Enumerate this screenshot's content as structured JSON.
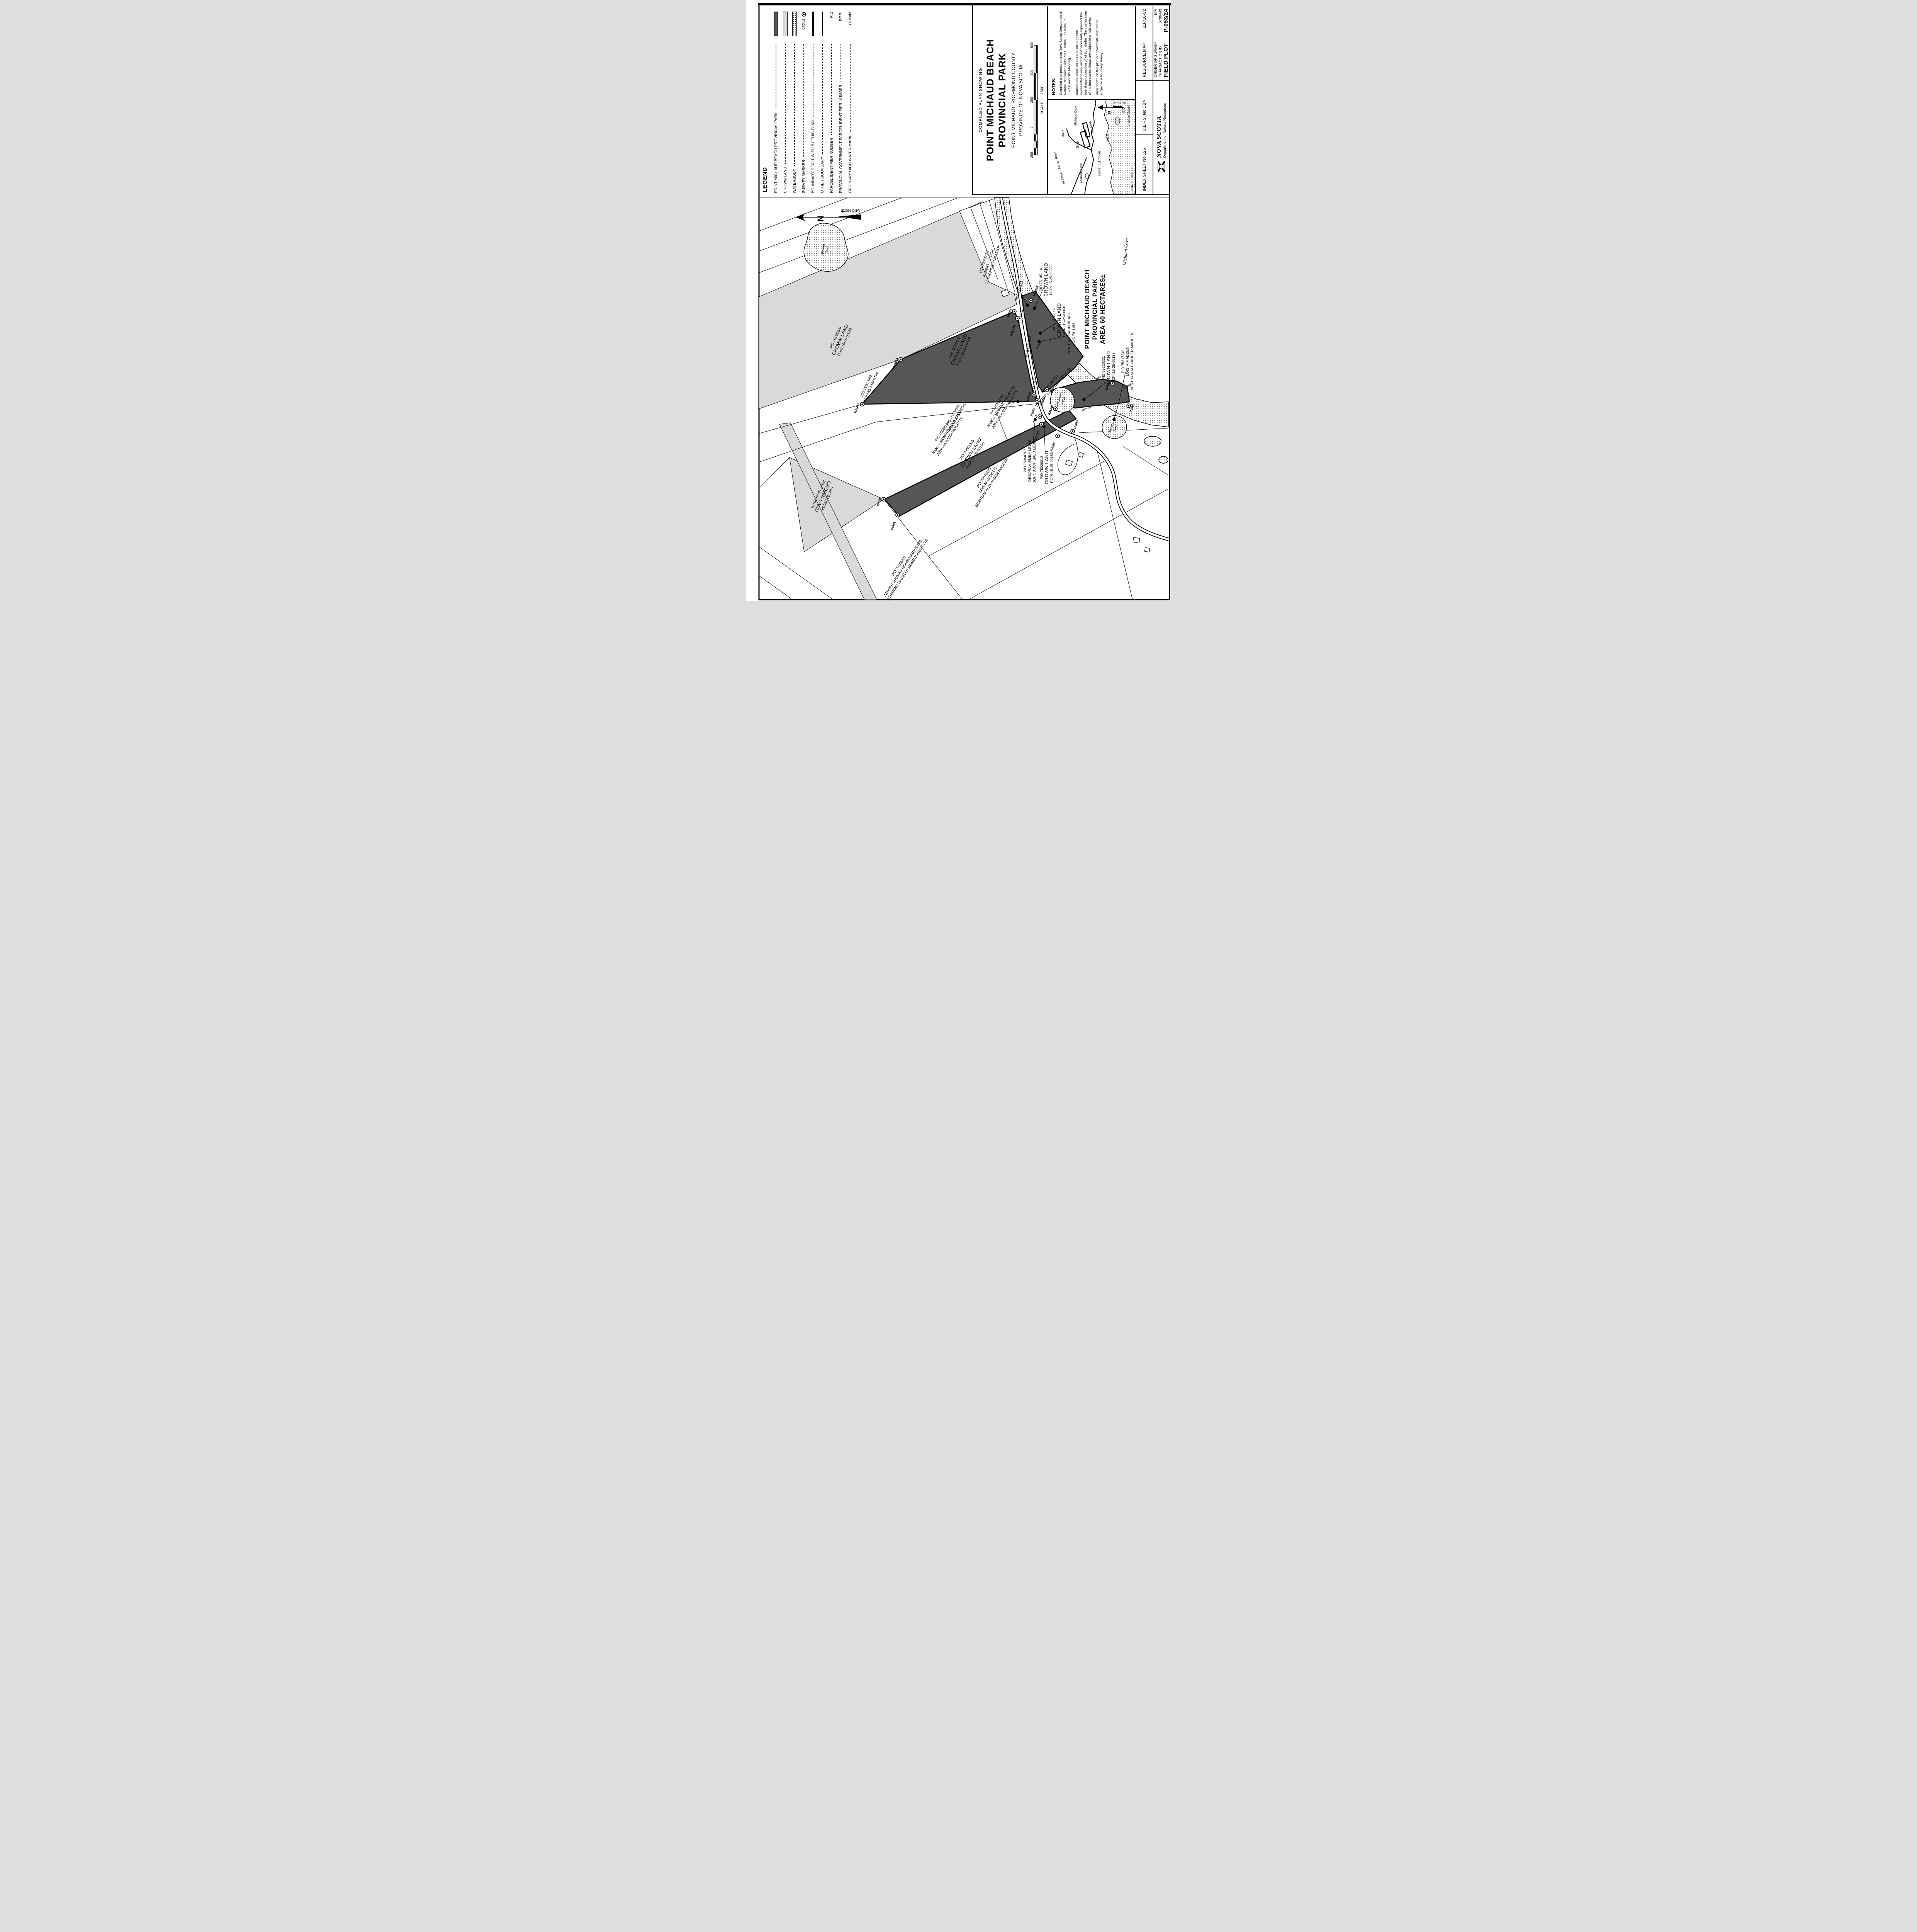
{
  "legend": {
    "heading": "LEGEND",
    "items": [
      {
        "label": "POINT MICHAUD BEACH PROVINCIAL PARK",
        "symbol": "park-swatch"
      },
      {
        "label": "CROWN LAND",
        "symbol": "crown-land-swatch"
      },
      {
        "label": "WATERBODY",
        "symbol": "waterbody-swatch"
      },
      {
        "label": "SURVEY MARKER",
        "symbol": "survey-marker",
        "symbol_text": "IN5214"
      },
      {
        "label": "BOUNDARY DEALT WITH BY THIS PLAN",
        "symbol": "thick-line"
      },
      {
        "label": "OTHER BOUNDARY",
        "symbol": "thin-line"
      },
      {
        "label": "PARCEL IDENTIFIER NUMBER",
        "symbol_text": "PID"
      },
      {
        "label": "PROVINCIAL GOVERNMENT PARCEL IDENTIFIER NUMBER",
        "symbol_text": "PGPI"
      },
      {
        "label": "ORDINARY HIGH WATER MARK",
        "symbol_text": "OHWM"
      }
    ]
  },
  "title_block": {
    "compiled": "COMPILED PLAN SHOWING",
    "title_line1": "POINT MICHAUD BEACH",
    "title_line2": "PROVINCIAL PARK",
    "subtitle_line1": "POINT MICHAUD, RICHMOND COUNTY",
    "subtitle_line2": "PROVINCE OF NOVA SCOTIA",
    "scale_label": "SCALE 1 : 7500",
    "scale_ticks": [
      "200",
      "0",
      "200",
      "400",
      "600"
    ],
    "notes_heading": "NOTES:",
    "notes": [
      "Compiled plan prepared from Nova Scotia Department of Natural Resources Field Plot P-100/87, P-115/86, P-162/00 and GIS Mapping.",
      "Boundaries shown on this plan are a graphic representation only and do not necessarily represent the true shape or position of lot boundaries.  The true location of the boundaries shown are subject to a field survey.",
      "Area shown on this plan is approximate only and is subject to a boundary survey."
    ],
    "index_map": {
      "north": "Grid North",
      "n": "N",
      "road": "Road",
      "site": "Site",
      "michaud": "Michaud",
      "point": "Point",
      "lower_lardoise": "Lower L'Ardoise",
      "duncans_lake": "Duncans Lake",
      "st_peters_road": "St Peters - Forchu Road",
      "michaud_cove": "Michaud Cove",
      "atlantic_ocean": "Atlantic Ocean",
      "scale": "Scale 1 : 100,000"
    },
    "resource_map_label": "RESOURCE MAP",
    "resource_map_value": "11F/10-V2",
    "order_label": "ORDER OF SURVEY",
    "order_value": "N/A",
    "transaction_label": "TRANSACTION ID",
    "transaction_value": "5786449",
    "field_plot_label": "FIELD PLOT",
    "field_plot_value": "P-053/24",
    "clfs": "C.L.F.S. No CB4",
    "index_sheet": "INDEX SHEET No 126",
    "org_name": "NOVA SCOTIA",
    "org_dept": "Department of Natural Resources"
  },
  "map": {
    "north": "Grid North",
    "n": "N",
    "ohwm": "OHWM",
    "road_words": [
      "POINT",
      "MICHAUD",
      "ROAD"
    ],
    "waters": [
      {
        "lines": [
          "Maddox",
          "Pond"
        ]
      },
      {
        "lines": [
          "Fergusons",
          "Pond"
        ]
      },
      {
        "lines": [
          "Murphys",
          "Pond"
        ]
      },
      {
        "lines": [
          "Michaud Cove"
        ]
      }
    ],
    "markers": [
      "R4662A",
      "R4663A",
      "R4664",
      "R4665A",
      "R4666A",
      "R4667",
      "R4668",
      "R4669",
      "R4680",
      "R4681",
      "R4684",
      "R4685",
      "R4686",
      "R4687",
      "R4688",
      "R4719",
      "R4720"
    ],
    "parcel_labels": [
      {
        "lines": [
          "PID 75168260",
          "CROWN LAND",
          "PGPI 15-25-50131"
        ]
      },
      {
        "lines": [
          "PID 75067900",
          "THOMAS J MARTIN"
        ]
      },
      {
        "lines": [
          "PID 75228239",
          "CROWN LAND",
          "PGPI 15-25-00040"
        ]
      },
      {
        "lines": [
          "PID 75070599",
          "ANJA A SAMPSON"
        ]
      },
      {
        "lines": [
          "PID 75068635",
          "ALBERT L COOK",
          "CATHERINE ANN COOK"
        ]
      },
      {
        "lines": [
          "PID 75105114",
          "CROWN LAND",
          "PGPI 15-25-00258"
        ]
      },
      {
        "lines": [
          "PID 75105114",
          "CROWN LAND",
          "PGPI 15-25-00040"
        ]
      },
      {
        "lines": [
          "POINT MICHAUD BEACH",
          "OIC 76-1153"
        ]
      },
      {
        "lines": [
          "POINT MICHAUD BEACH",
          "PROVINCIAL PARK",
          "AREA 60 HECTARES±"
        ]
      },
      {
        "lines": [
          "PID 75069211"
        ]
      },
      {
        "lines": [
          "PID 75130757",
          "WOLTER LAND ESTATES LTD"
        ]
      },
      {
        "lines": [
          "PID 75228221",
          "CROWN LAND",
          "PGPI 15-25-00158"
        ]
      },
      {
        "lines": [
          "PID 75217240",
          "LOIS M MADDEN",
          "BERTRAM ALEXANDER MADDEN"
        ]
      },
      {
        "lines": [
          "PID 75194787",
          "NANCY MOMBOURQUETTE",
          "JOHN MOMBOURQUETTE"
        ]
      },
      {
        "lines": [
          "PID 75069138",
          "NANCY MOMBOURQUETTE",
          "JOHN MOMBOURQUETTE"
        ]
      },
      {
        "lines": [
          "PID 75069245",
          "CROWN LAND",
          "PGPI 15-25-00158"
        ]
      },
      {
        "lines": [
          "PID 75070029",
          "LOIS M MADDEN",
          "BERTRAM ALEXANDER MADDEN"
        ]
      },
      {
        "lines": [
          "PID 75068767",
          "DEBORAH EMILY LEWIS",
          "JOHN ARCHIBALD LEWIS"
        ]
      },
      {
        "lines": [
          "PID 75228213",
          "CROWN LAND",
          "PGPI 15-25-00158"
        ]
      },
      {
        "lines": [
          "PID 751198234",
          "CROWN LAND",
          "PGPI 15-25-50131"
        ]
      },
      {
        "lines": [
          "PID 75106401",
          "JOSEPH THOMAS MOMBOURQUETTE",
          "CATHERINE ISABELLE MOMBOURQUETTE"
        ]
      }
    ]
  }
}
